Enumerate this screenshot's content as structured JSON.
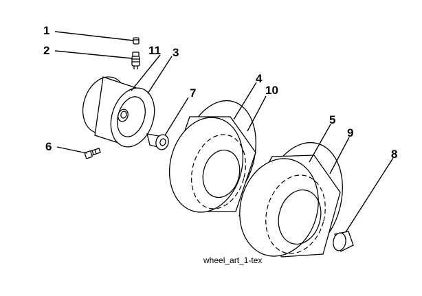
{
  "callouts": {
    "c1": "1",
    "c2": "2",
    "c3": "3",
    "c4": "4",
    "c5": "5",
    "c6": "6",
    "c7": "7",
    "c8": "8",
    "c9": "9",
    "c10": "10",
    "c11": "11"
  },
  "caption": "wheel_art_1-tex"
}
